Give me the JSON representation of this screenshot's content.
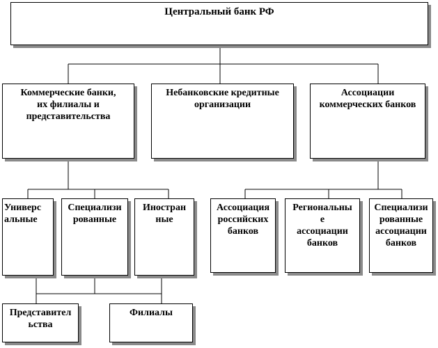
{
  "diagram": {
    "root": "Центральный банк РФ",
    "level2": {
      "commercial": "Коммерческие банки,\nих филиалы  и\nпредставительства",
      "non_bank": "Небанковские кредитные\nорганизации",
      "associations": "Ассоциации\nкоммерческих банков"
    },
    "commercial_types": {
      "universal": "Универс\nальные",
      "specialized": "Специализи\nрованные",
      "foreign": "Иностран\nные"
    },
    "association_types": {
      "russian": "Ассоциация\nроссийских\nбанков",
      "regional": "Региональны\nе\nассоциации\nбанков",
      "specialized": "Специализи\nрованные\nассоциации\nбанков"
    },
    "subdivisions": {
      "representative": "Представител\nьства",
      "branches": "Филиалы"
    }
  },
  "colors": {
    "line": "#000000",
    "box_border": "#000000",
    "box_shadow": "#8a8a8a",
    "background": "#ffffff"
  }
}
